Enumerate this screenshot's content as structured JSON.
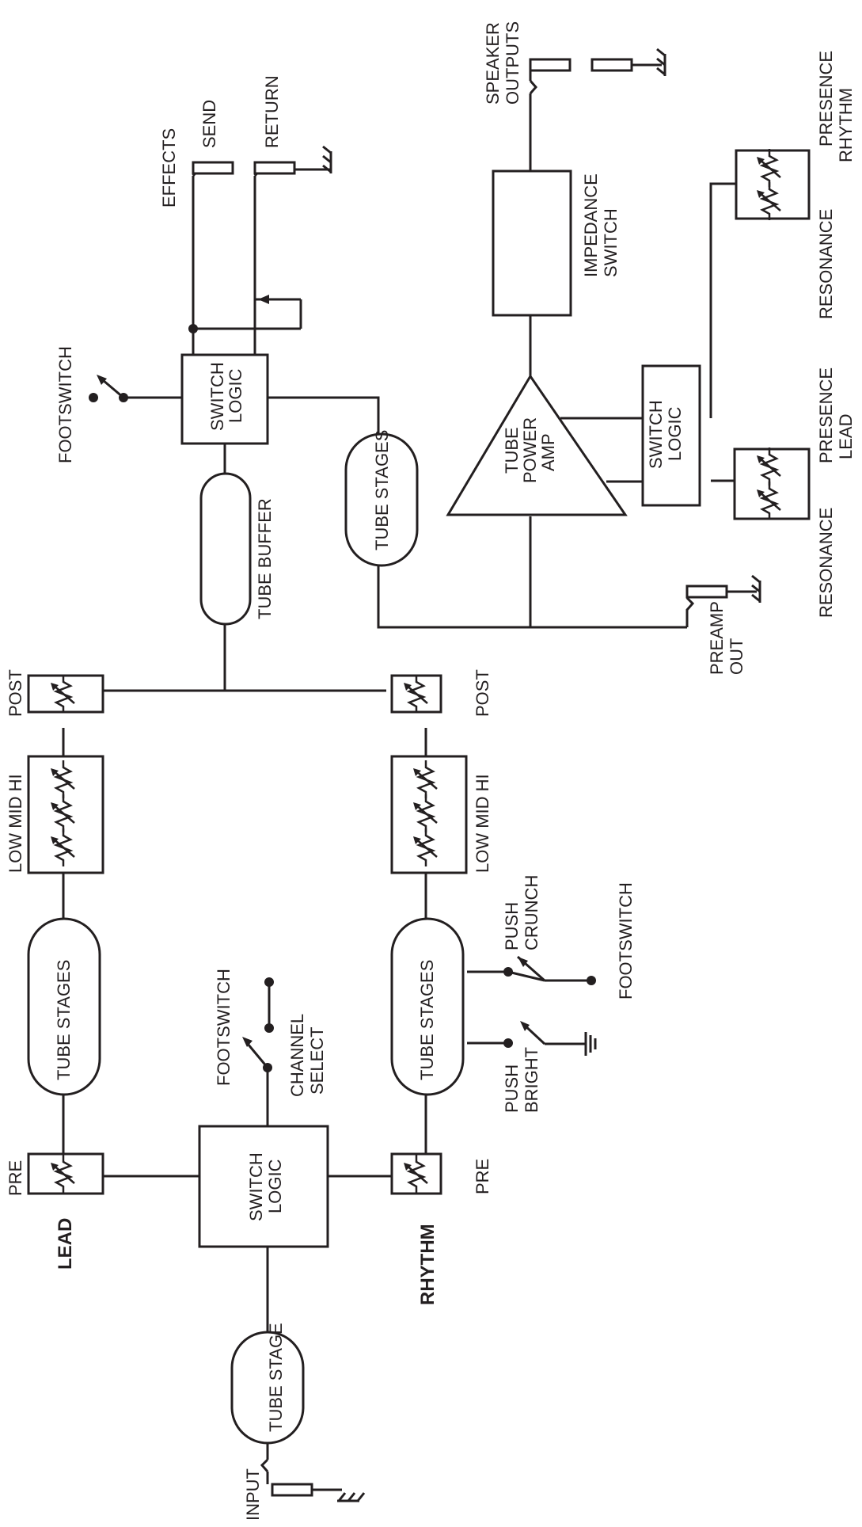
{
  "labels": {
    "input": "INPUT",
    "tube_stage": "TUBE STAGE",
    "lead": "LEAD",
    "rhythm": "RHYTHM",
    "pre": "PRE",
    "post": "POST",
    "switch_logic_1": "SWITCH",
    "switch_logic_2": "LOGIC",
    "footswitch": "FOOTSWITCH",
    "channel_select_1": "CHANNEL",
    "channel_select_2": "SELECT",
    "tube_stages": "TUBE STAGES",
    "low_mid_hi": "LOW  MID  HI",
    "push": "PUSH",
    "crunch": "CRUNCH",
    "bright": "BRIGHT",
    "tube_buffer": "TUBE BUFFER",
    "effects": "EFFECTS",
    "send": "SEND",
    "return": "RETURN",
    "preamp_1": "PREAMP",
    "preamp_2": "OUT",
    "tube_power_amp_1": "TUBE",
    "tube_power_amp_2": "POWER",
    "tube_power_amp_3": "AMP",
    "impedance_1": "IMPEDANCE",
    "impedance_2": "SWITCH",
    "speaker_1": "SPEAKER",
    "speaker_2": "OUTPUTS",
    "resonance": "RESONANCE",
    "presence": "PRESENCE"
  },
  "colors": {
    "ink": "#231f20",
    "paper": "#ffffff"
  }
}
